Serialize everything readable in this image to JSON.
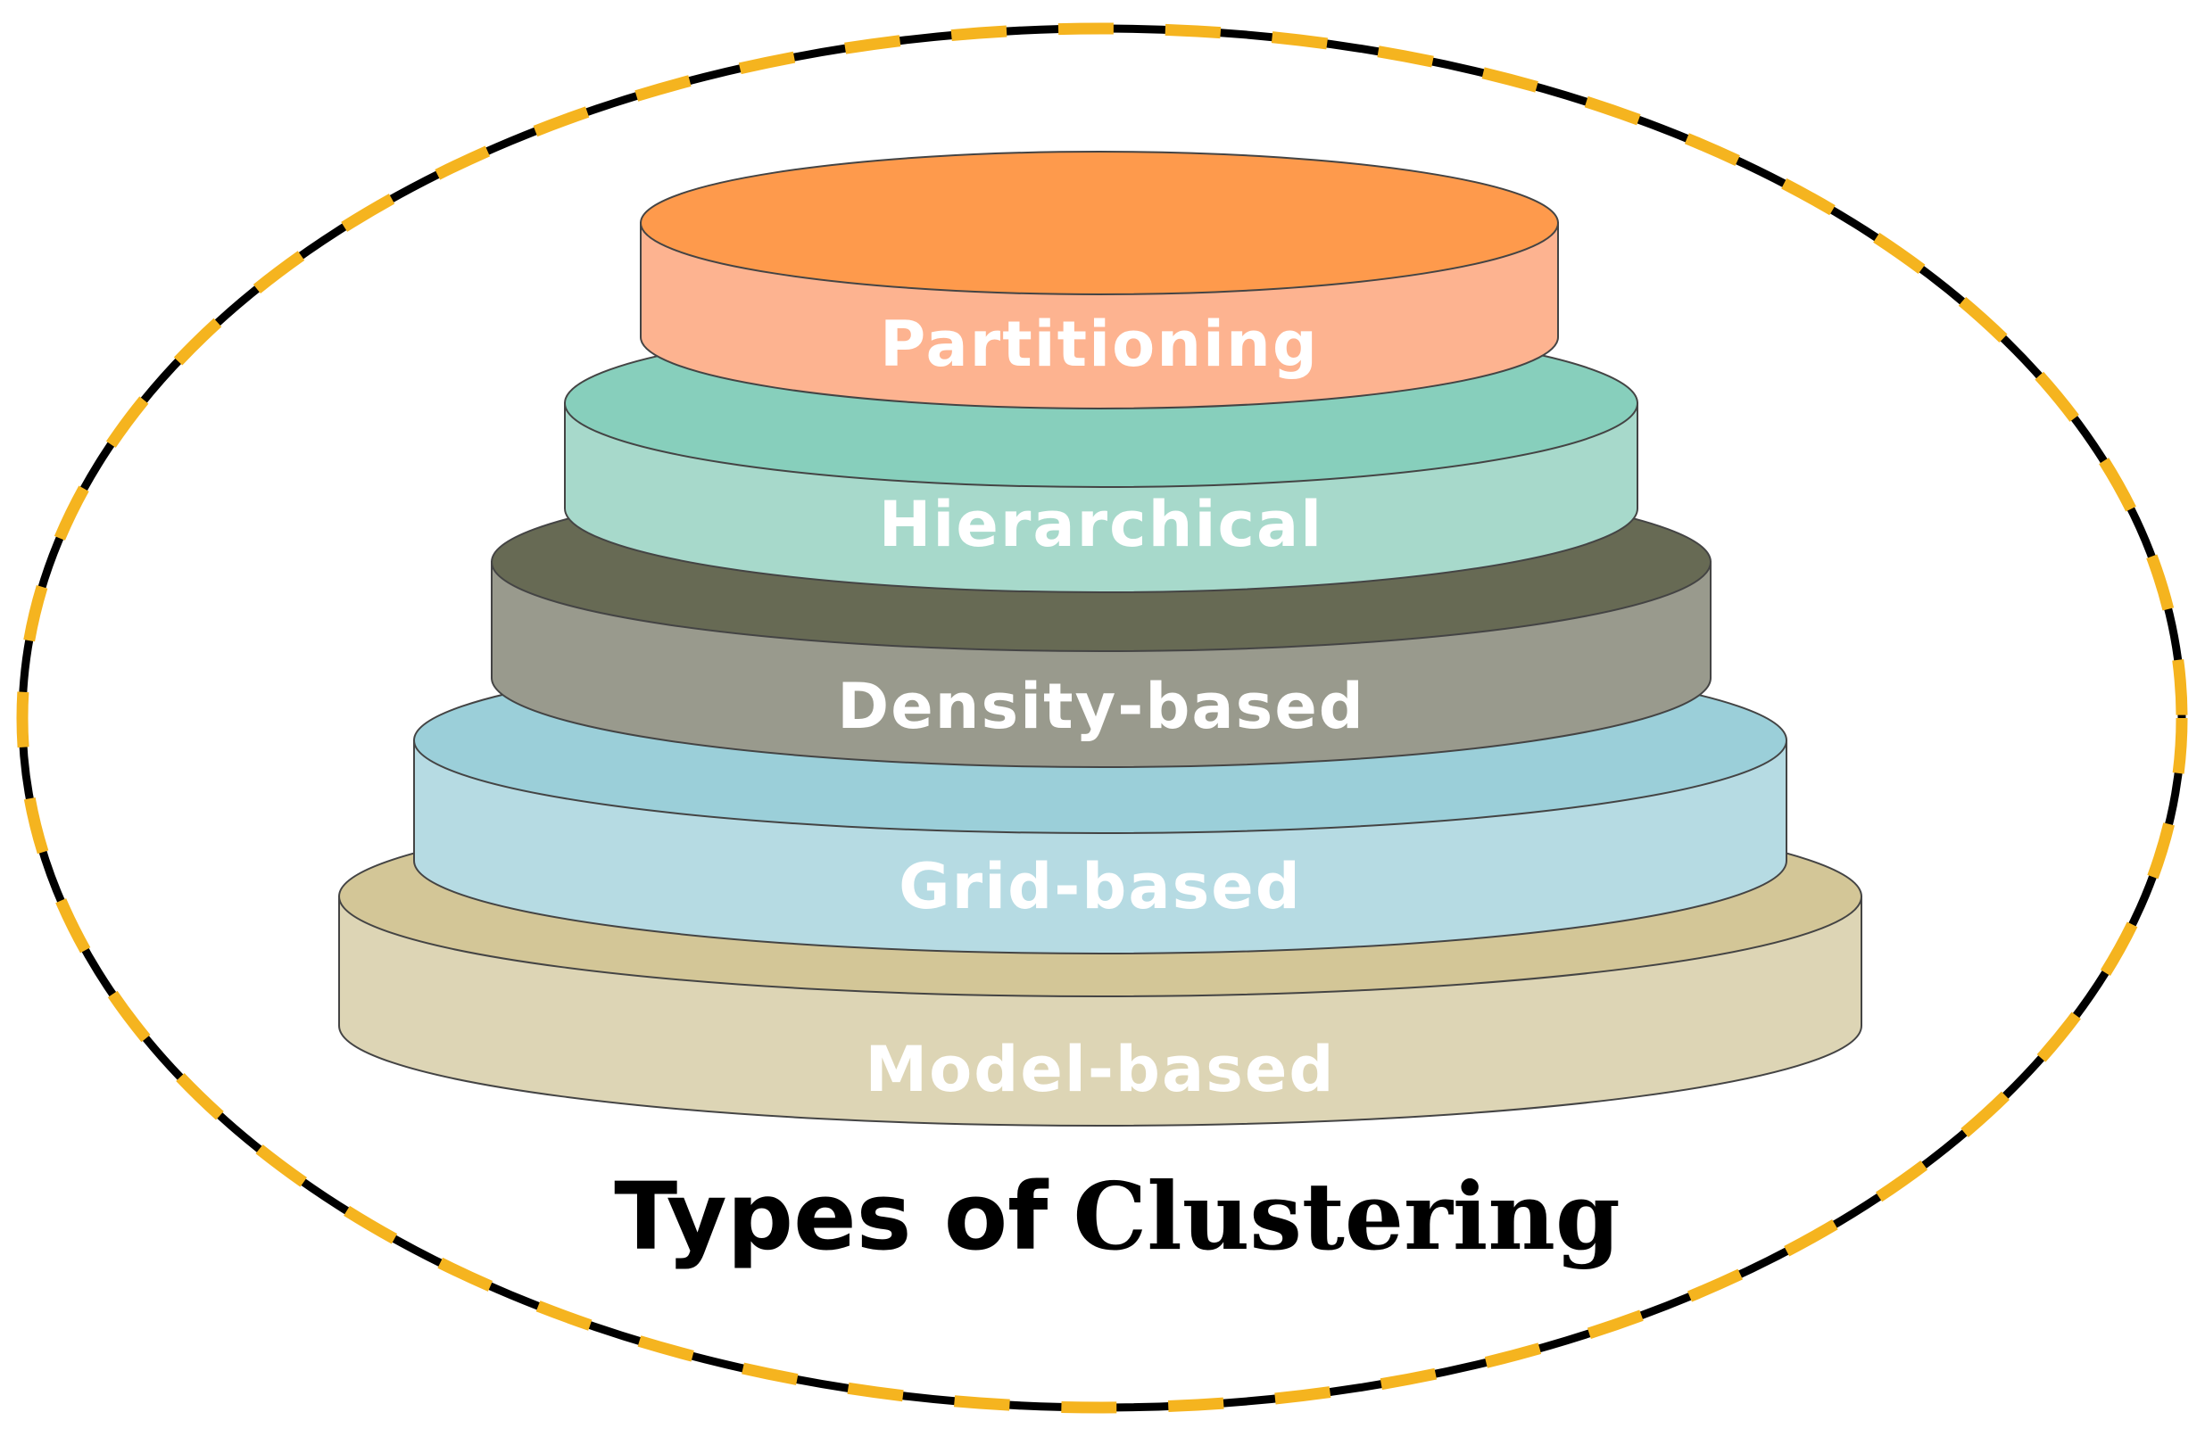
{
  "diagram": {
    "tiers": [
      {
        "label": "Partitioning",
        "top_color": "#FE9A4C",
        "side_color": "#FDB390"
      },
      {
        "label": "Hierarchical",
        "top_color": "#87CFBC",
        "side_color": "#A7D9CB"
      },
      {
        "label": "Density-based",
        "top_color": "#676A54",
        "side_color": "#999A8D"
      },
      {
        "label": "Grid-based",
        "top_color": "#9BCFD9",
        "side_color": "#B6DBE3"
      },
      {
        "label": "Model-based",
        "top_color": "#D3C697",
        "side_color": "#DDD5B5"
      }
    ],
    "title_part_1": "Types of",
    "title_part_2": "Clustering",
    "frame_colors": {
      "dash": "#F5B41F",
      "gap": "#000000"
    }
  }
}
